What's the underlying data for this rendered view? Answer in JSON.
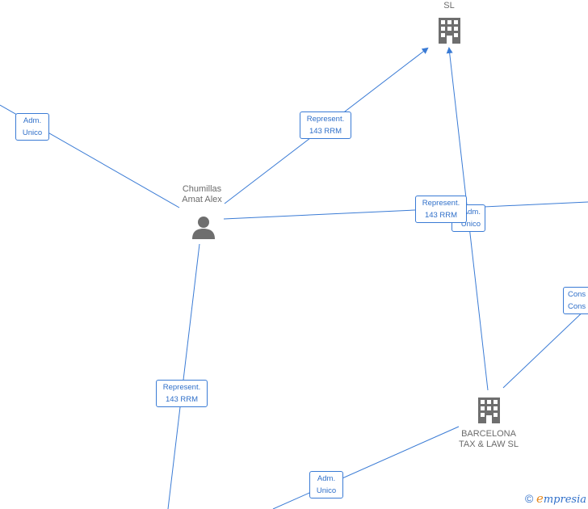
{
  "nodes": {
    "company_top": {
      "label_lines": [
        "SL"
      ]
    },
    "person": {
      "label_lines": [
        "Chumillas",
        "Amat Alex"
      ]
    },
    "company_bcn": {
      "label_lines": [
        "BARCELONA",
        "TAX & LAW  SL"
      ]
    }
  },
  "edge_labels": [
    {
      "lines": [
        "Adm.",
        "Unico"
      ]
    },
    {
      "lines": [
        "Represent.",
        "143 RRM"
      ]
    },
    {
      "lines": [
        "Represent.",
        "143 RRM"
      ]
    },
    {
      "lines": [
        "Adm.",
        "Unico"
      ]
    },
    {
      "lines": [
        "Cons",
        "Cons"
      ]
    },
    {
      "lines": [
        "Represent.",
        "143 RRM"
      ]
    },
    {
      "lines": [
        "Adm.",
        "Unico"
      ]
    }
  ],
  "brand": {
    "symbol": "©",
    "first_letter": "e",
    "rest": "mpresia"
  },
  "colors": {
    "edge": "#3a7bd5",
    "node_icon": "#6e6e6e",
    "text": "#6b6b6b"
  }
}
